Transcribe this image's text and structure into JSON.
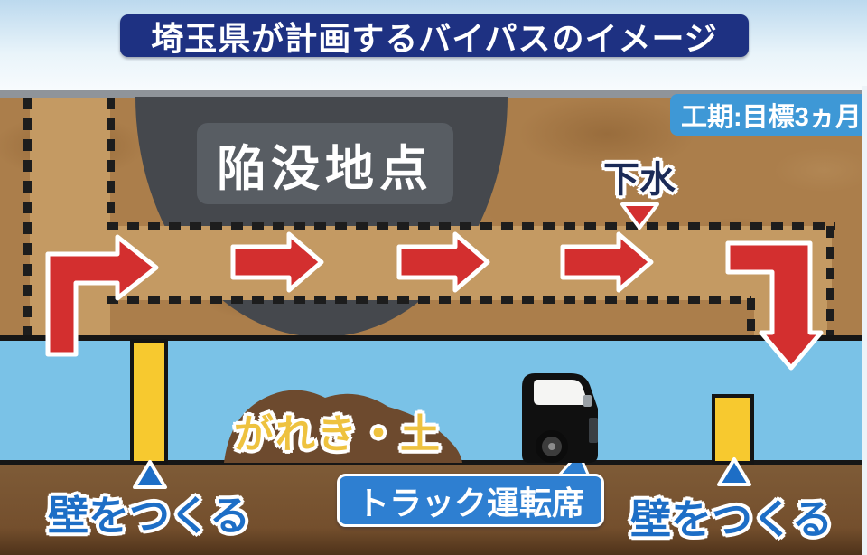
{
  "title": "埼玉県が計画するバイパスのイメージ",
  "badge": {
    "text": "工期:目標3ヵ月"
  },
  "diagram": {
    "collapse_label": "陥没地点",
    "sewage_label": "下水",
    "debris_label": "がれき・土",
    "truck_label": "トラック運転席",
    "wall_left_label": "壁をつくる",
    "wall_right_label": "壁をつくる"
  },
  "colors": {
    "title_bg": "#1e3182",
    "badge_bg": "#3e98d6",
    "arrow_red": "#d32f2f",
    "water_blue": "#7ac2e7",
    "bypass_tan": "#c49a63",
    "soil_brown": "#ab7e4b",
    "collapse_gray": "#45484d",
    "wall_yellow": "#f7c92f",
    "truck_label_blue": "#2e7fd1",
    "wall_text_blue": "#1d6ec6",
    "debris_text_yellow": "#eec23f",
    "sewage_text_navy": "#1b2b57",
    "ground_brown": "#7b5836"
  }
}
